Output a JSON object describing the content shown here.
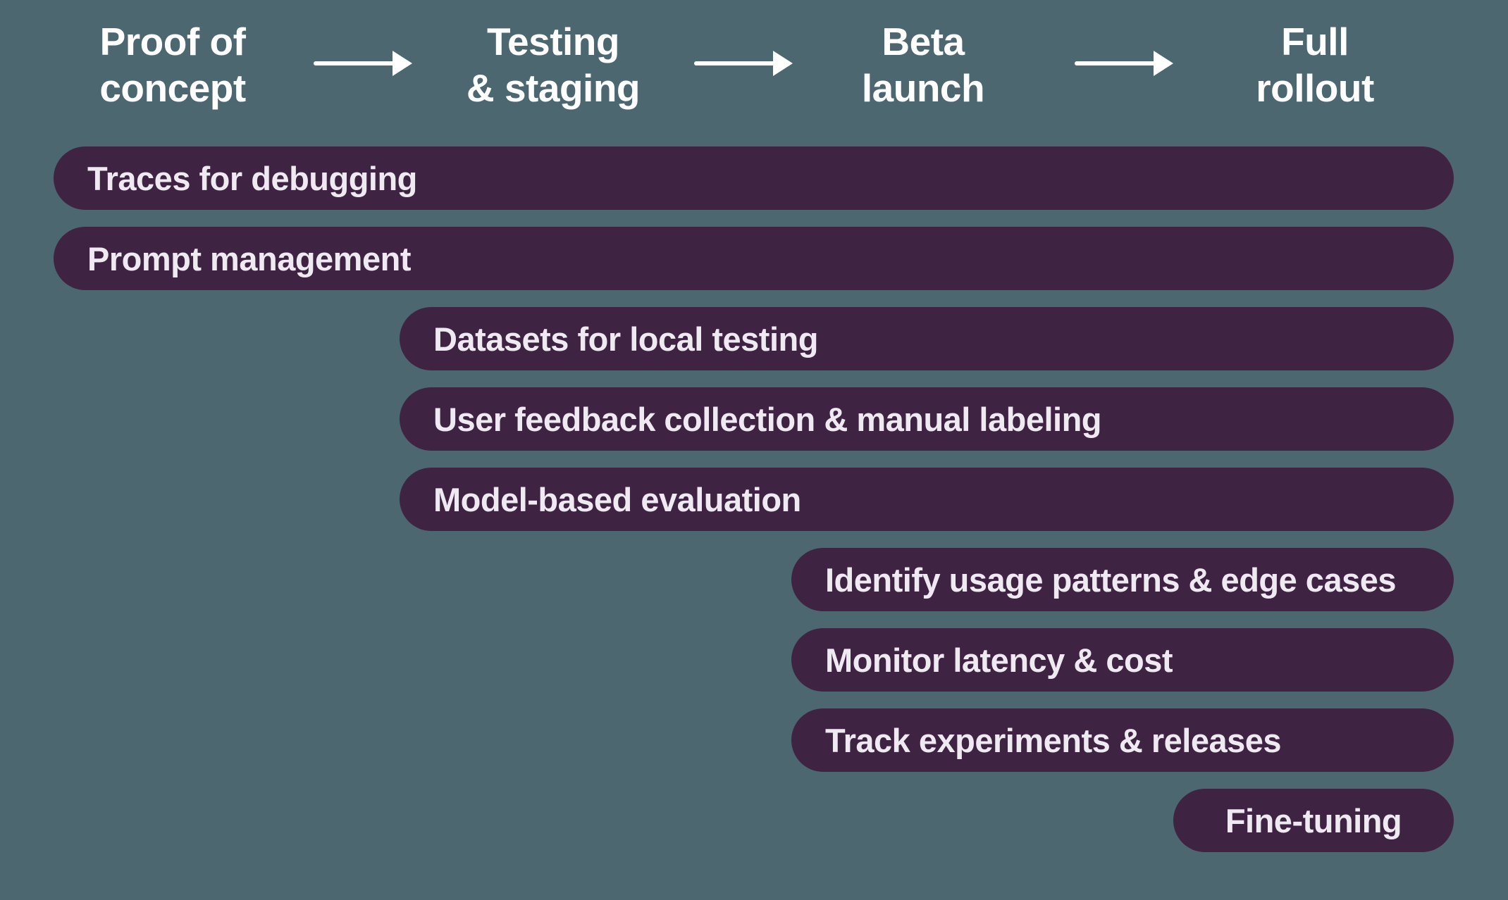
{
  "colors": {
    "background": "#4C6770",
    "bar_fill": "#3E2343",
    "bar_text": "#EFEAF1",
    "header_text": "#FFFFFF",
    "arrow": "#FFFFFF"
  },
  "icons": {
    "phase_arrow": "right-arrow-icon"
  },
  "phases": [
    {
      "label": "Proof of concept",
      "line1": "Proof of",
      "line2": "concept"
    },
    {
      "label": "Testing & staging",
      "line1": "Testing",
      "line2": "& staging"
    },
    {
      "label": "Beta launch",
      "line1": "Beta",
      "line2": "launch"
    },
    {
      "label": "Full rollout",
      "line1": "Full",
      "line2": "rollout"
    }
  ],
  "bars": [
    {
      "label": "Traces for debugging",
      "start_phase": "Proof of concept"
    },
    {
      "label": "Prompt management",
      "start_phase": "Proof of concept"
    },
    {
      "label": "Datasets for local testing",
      "start_phase": "Testing & staging"
    },
    {
      "label": "User feedback collection & manual labeling",
      "start_phase": "Testing & staging"
    },
    {
      "label": "Model-based evaluation",
      "start_phase": "Testing & staging"
    },
    {
      "label": "Identify usage patterns & edge cases",
      "start_phase": "Beta launch"
    },
    {
      "label": "Monitor latency & cost",
      "start_phase": "Beta launch"
    },
    {
      "label": "Track experiments & releases",
      "start_phase": "Beta launch"
    },
    {
      "label": "Fine-tuning",
      "start_phase": "Full rollout"
    }
  ]
}
